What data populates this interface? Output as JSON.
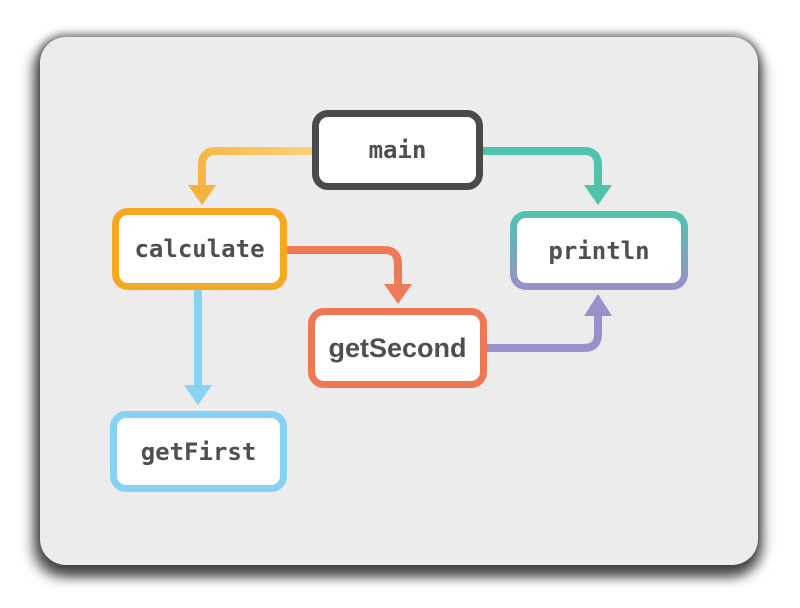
{
  "canvas": {
    "page_bg": "#ffffff",
    "card_bg": "#ececec",
    "text_color": "#4f4f4f"
  },
  "nodes": {
    "main": {
      "label": "main",
      "border_color": "#4a4a4a"
    },
    "calculate": {
      "label": "calculate",
      "border_color": "#f7a823"
    },
    "println": {
      "label": "println",
      "border_top_color": "#4ec4ad",
      "border_bottom_color": "#9c8fc9"
    },
    "getSecond": {
      "label": "getSecond",
      "border_color": "#ee7755"
    },
    "getFirst": {
      "label": "getFirst",
      "border_color": "#85d2f2"
    }
  },
  "edges": {
    "main_to_calculate": {
      "from": "main",
      "to": "calculate",
      "color_start": "#fad178",
      "color_end": "#f5b13f"
    },
    "main_to_println": {
      "from": "main",
      "to": "println",
      "color": "#4fc3ac"
    },
    "calculate_to_getSecond": {
      "from": "calculate",
      "to": "getSecond",
      "color": "#ee7b57"
    },
    "calculate_to_getFirst": {
      "from": "calculate",
      "to": "getFirst",
      "color": "#87d3f2"
    },
    "getSecond_to_println": {
      "from": "getSecond",
      "to": "println",
      "color": "#9c90cb"
    }
  }
}
